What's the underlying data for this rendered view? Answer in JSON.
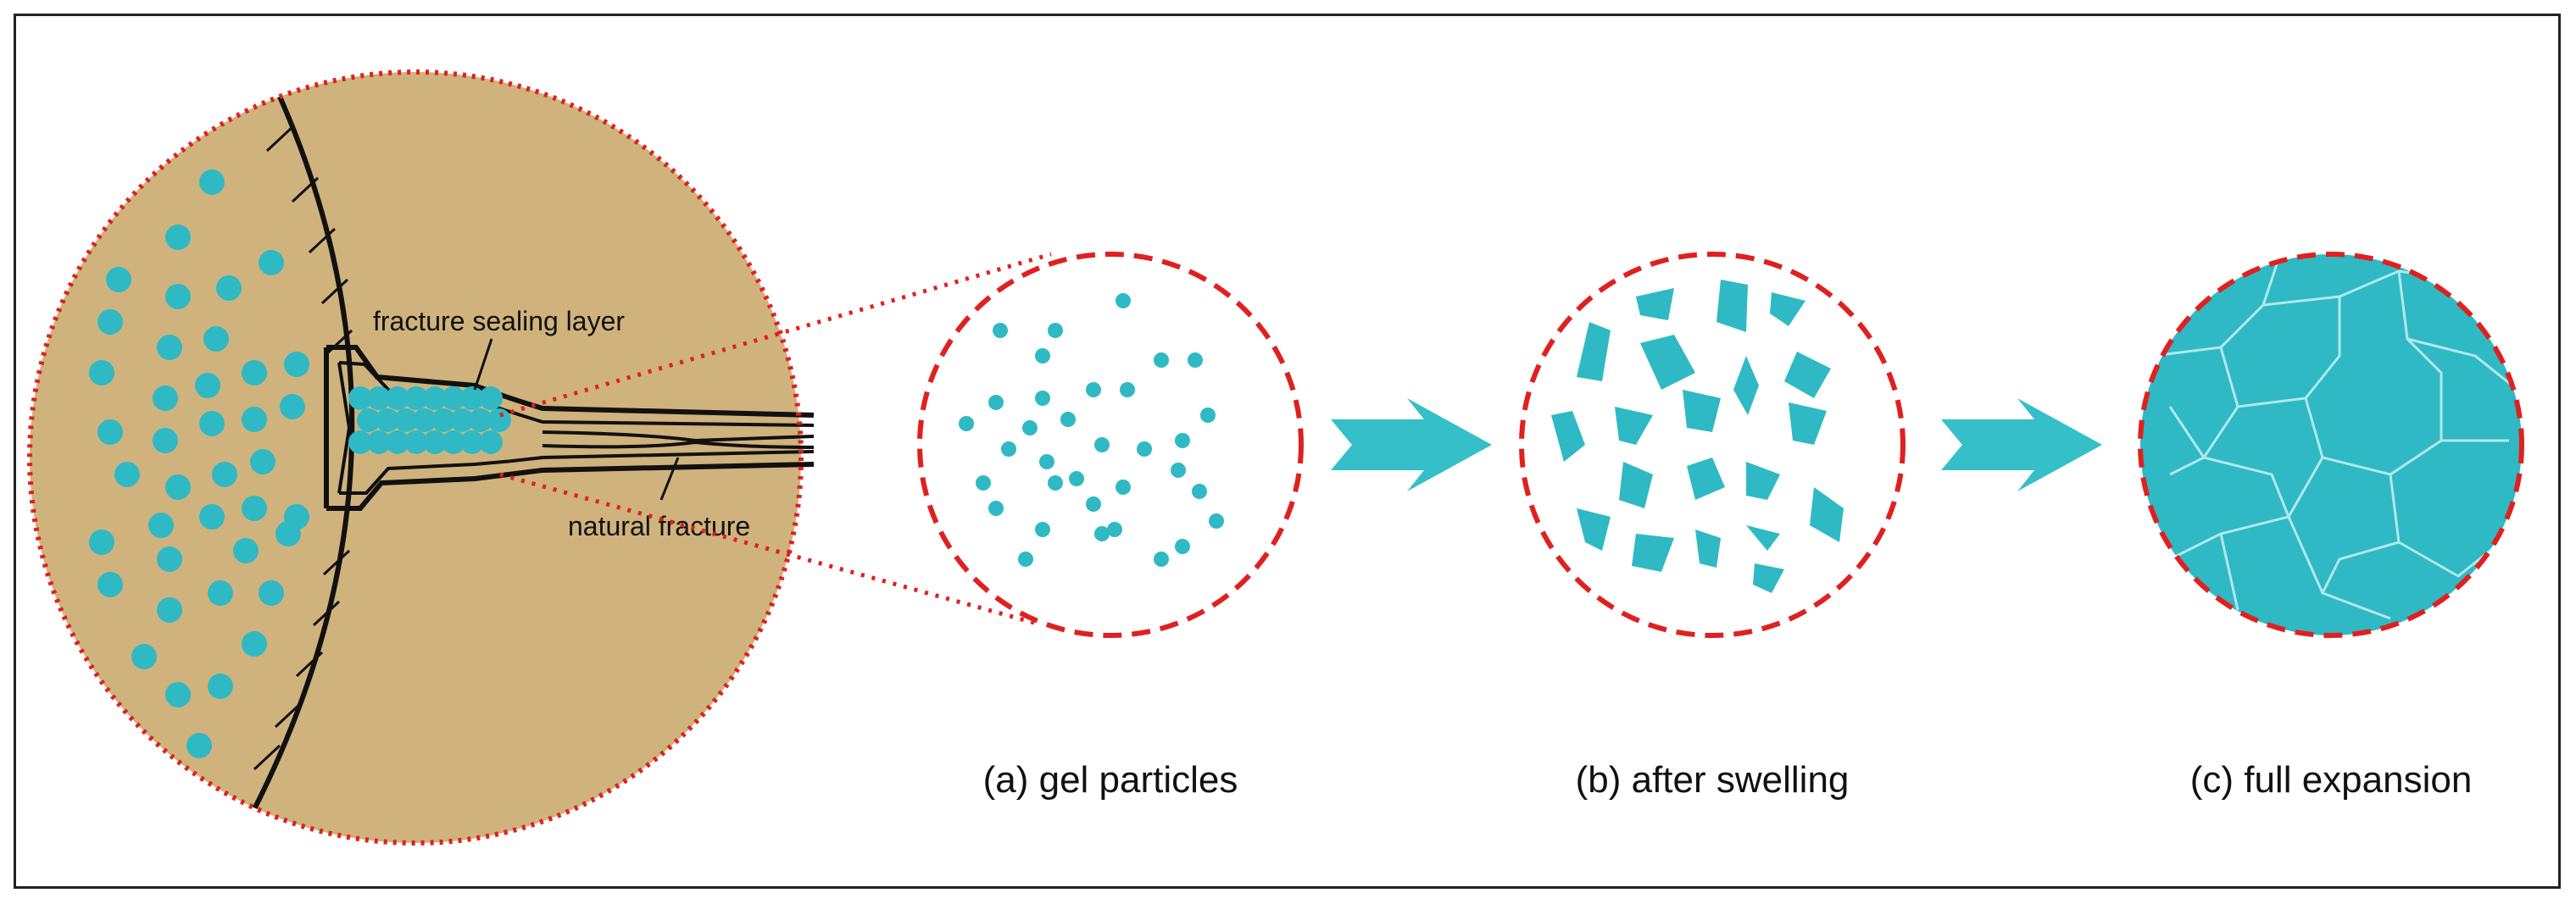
{
  "labels": {
    "fracture_sealing_layer": "fracture sealing layer",
    "natural_fracture": "natural fracture"
  },
  "captions": {
    "a": "(a) gel particles",
    "b": "(b) after swelling",
    "c": "(c) full expansion"
  },
  "colors": {
    "particle": "#2fb9c4",
    "sand": "#d2b47c",
    "dashed_circle": "#e02020",
    "arrow": "#35bfc8"
  }
}
